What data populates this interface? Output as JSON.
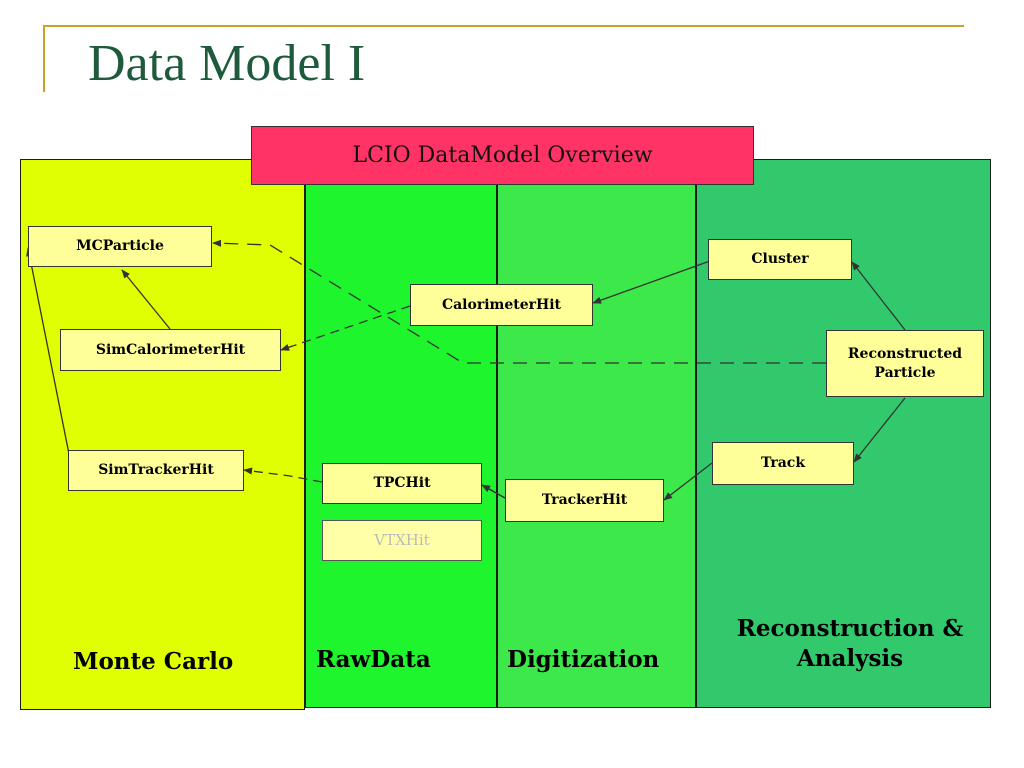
{
  "slide": {
    "title": "Data Model I"
  },
  "banner": {
    "label": "LCIO DataModel Overview"
  },
  "columns": {
    "monte_carlo": "Monte Carlo",
    "raw_data": "RawData",
    "digitization": "Digitization",
    "reconstruction": "Reconstruction & Analysis"
  },
  "nodes": {
    "mcparticle": "MCParticle",
    "simcalorimeterhit": "SimCalorimeterHit",
    "simtrackerhit": "SimTrackerHit",
    "calorimeterhit": "CalorimeterHit",
    "tpchit": "TPCHit",
    "vtxhit": "VTXHit",
    "trackerhit": "TrackerHit",
    "cluster": "Cluster",
    "reconstructedparticle": "Reconstructed Particle",
    "track": "Track"
  },
  "colors": {
    "title": "#1e5a3c",
    "accent": "#c9a227",
    "banner": "#ff3366",
    "monte_carlo": "#e0ff00",
    "raw_data": "#1ef52c",
    "digitization": "#3ce84a",
    "reconstruction": "#31c96c",
    "node_fill": "#ffff99"
  },
  "edges": [
    {
      "from": "SimCalorimeterHit",
      "to": "MCParticle",
      "style": "solid"
    },
    {
      "from": "SimTrackerHit",
      "to": "MCParticle",
      "style": "solid"
    },
    {
      "from": "CalorimeterHit",
      "to": "SimCalorimeterHit",
      "style": "dashed"
    },
    {
      "from": "Cluster",
      "to": "CalorimeterHit",
      "style": "solid"
    },
    {
      "from": "Reconstructed Particle",
      "to": "Cluster",
      "style": "solid"
    },
    {
      "from": "Reconstructed Particle",
      "to": "Track",
      "style": "solid"
    },
    {
      "from": "Track",
      "to": "TrackerHit",
      "style": "solid"
    },
    {
      "from": "TrackerHit",
      "to": "TPCHit",
      "style": "solid"
    },
    {
      "from": "TPCHit",
      "to": "SimTrackerHit",
      "style": "dashed"
    },
    {
      "from": "Reconstructed Particle",
      "to": "MCParticle",
      "style": "dashed"
    }
  ]
}
